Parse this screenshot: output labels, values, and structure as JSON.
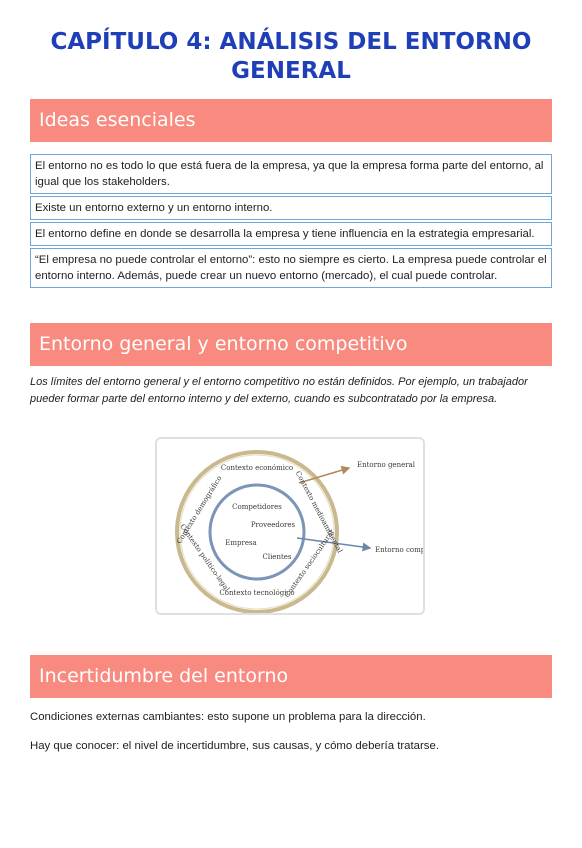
{
  "title": "CAPÍTULO 4: ANÁLISIS DEL ENTORNO GENERAL",
  "sections": {
    "ideas": "Ideas esenciales",
    "entorno": "Entorno general y entorno competitivo",
    "incertidumbre": "Incertidumbre del entorno"
  },
  "ideas": [
    "El entorno no es todo lo que está fuera de la empresa, ya que la empresa forma parte del entorno, al igual que los stakeholders.",
    "Existe un entorno externo y un entorno interno.",
    "El entorno define en donde se desarrolla la empresa y tiene influencia en la estrategia empresarial.",
    "“El empresa no puede controlar el entorno”: esto no siempre es cierto. La empresa puede controlar el entorno interno. Además, puede crear un nuevo entorno (mercado), el cual puede controlar."
  ],
  "entorno_paragraph": "Los límites del entorno general y el entorno competitivo no están definidos. Por ejemplo, un trabajador pueder formar parte del entorno interno y del externo, cuando es subcontratado por la empresa.",
  "diagram": {
    "outer_labels": {
      "economico": "Contexto económico",
      "demografico": "Contexto demográfico",
      "medioambiental": "Contexto medioambiental",
      "politico": "Contexto político-legal",
      "sociocultural": "Contexto sociocultural",
      "tecnologico": "Contexto tecnológico"
    },
    "inner_labels": {
      "competidores": "Competidores",
      "proveedores": "Proveedores",
      "empresa": "Empresa",
      "clientes": "Clientes"
    },
    "arrow_labels": {
      "general": "Entorno general",
      "competitivo": "Entorno competitivo"
    },
    "colors": {
      "outer_ring": "#c8b98e",
      "inner_ring": "#7a95b8",
      "arrow_general": "#b08a5a",
      "arrow_competitivo": "#6a86ab"
    }
  },
  "incertidumbre": {
    "p1": "Condiciones externas cambiantes: esto supone un problema para la dirección.",
    "p2": "Hay que conocer: el nivel de incertidumbre, sus causas, y cómo debería tratarse."
  }
}
